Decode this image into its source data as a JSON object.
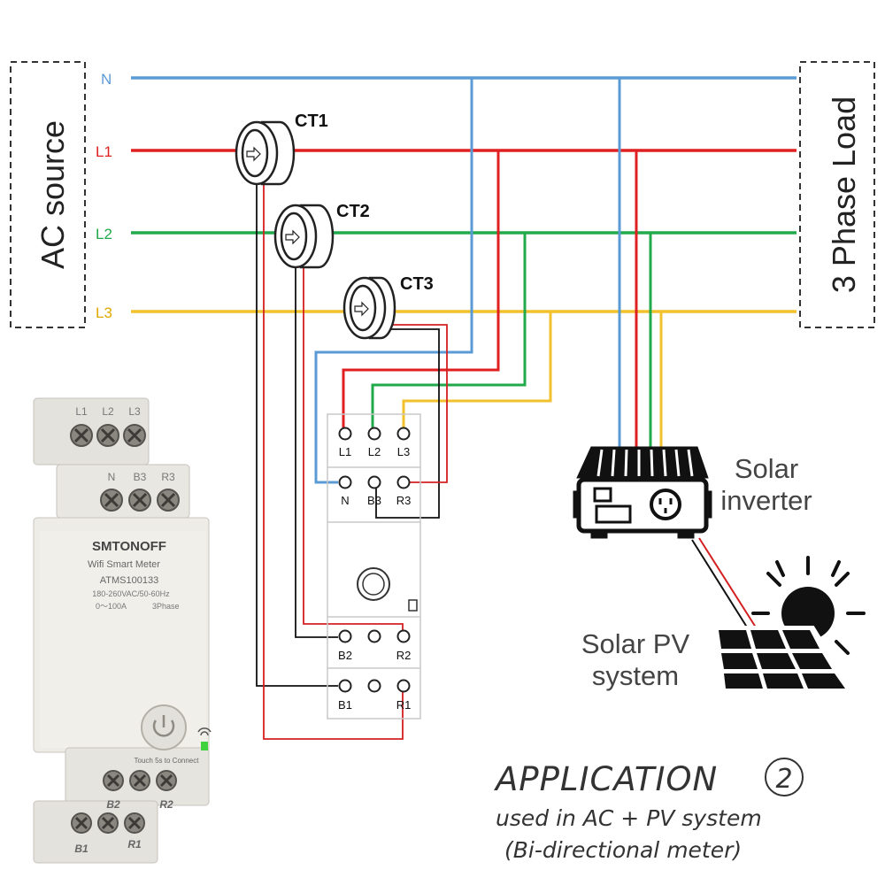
{
  "source_box": {
    "label": "AC source"
  },
  "load_box": {
    "label": "3 Phase Load"
  },
  "lines": [
    {
      "key": "n",
      "label": "N",
      "color": "#5b9bd5"
    },
    {
      "key": "l1",
      "label": "L1",
      "color": "#e02020"
    },
    {
      "key": "l2",
      "label": "L2",
      "color": "#22a94b"
    },
    {
      "key": "l3",
      "label": "L3",
      "color": "#f2c12e"
    }
  ],
  "cts": [
    {
      "label": "CT1"
    },
    {
      "label": "CT2"
    },
    {
      "label": "CT3"
    }
  ],
  "meter_terminals": {
    "row1": [
      "L1",
      "L2",
      "L3"
    ],
    "row2": [
      "N",
      "B3",
      "R3"
    ],
    "row3": [
      "B2",
      "R2"
    ],
    "row4": [
      "B1",
      "R1"
    ]
  },
  "inverter": {
    "line1": "Solar",
    "line2": "inverter"
  },
  "pv": {
    "line1": "Solar PV",
    "line2": "system"
  },
  "application": {
    "title": "APPLICATION",
    "number": "2",
    "line1": "used in AC + PV system",
    "line2": "(Bi-directional meter)"
  },
  "device": {
    "brand": "SMTONOFF",
    "product": "Wifi Smart Meter",
    "model": "ATMS100133",
    "spec1": "180-260VAC/50-60Hz",
    "spec2": "0～100A",
    "spec3": "3Phase",
    "touch_text": "Touch 5s to Connect",
    "top_row1": [
      "L1",
      "L2",
      "L3"
    ],
    "top_row2": [
      "N",
      "B3",
      "R3"
    ],
    "bottom_row1": [
      "B2",
      "R2"
    ],
    "bottom_row2": [
      "B1",
      "R1"
    ]
  }
}
